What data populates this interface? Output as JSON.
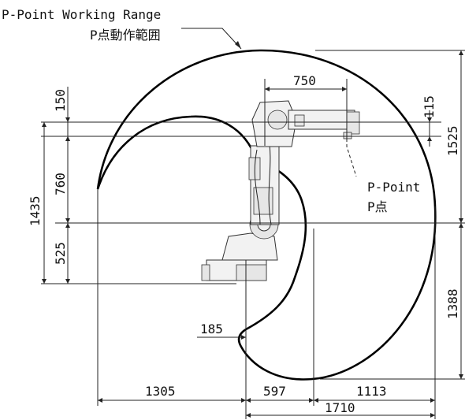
{
  "title": {
    "english": "P-Point Working Range",
    "japanese": "P点動作範囲"
  },
  "p_point": {
    "english": "P-Point",
    "japanese": "P点"
  },
  "dimensions": {
    "top_750": "750",
    "top_115": "115",
    "right_1525": "1525",
    "right_1388": "1388",
    "left_150": "150",
    "left_760": "760",
    "left_525": "525",
    "left_1435": "1435",
    "mid_185": "185",
    "bottom_1305": "1305",
    "bottom_597": "597",
    "bottom_1113": "1113",
    "bottom_1710": "1710"
  },
  "colors": {
    "line": "#222222",
    "envelope": "#000000",
    "background": "#ffffff"
  }
}
